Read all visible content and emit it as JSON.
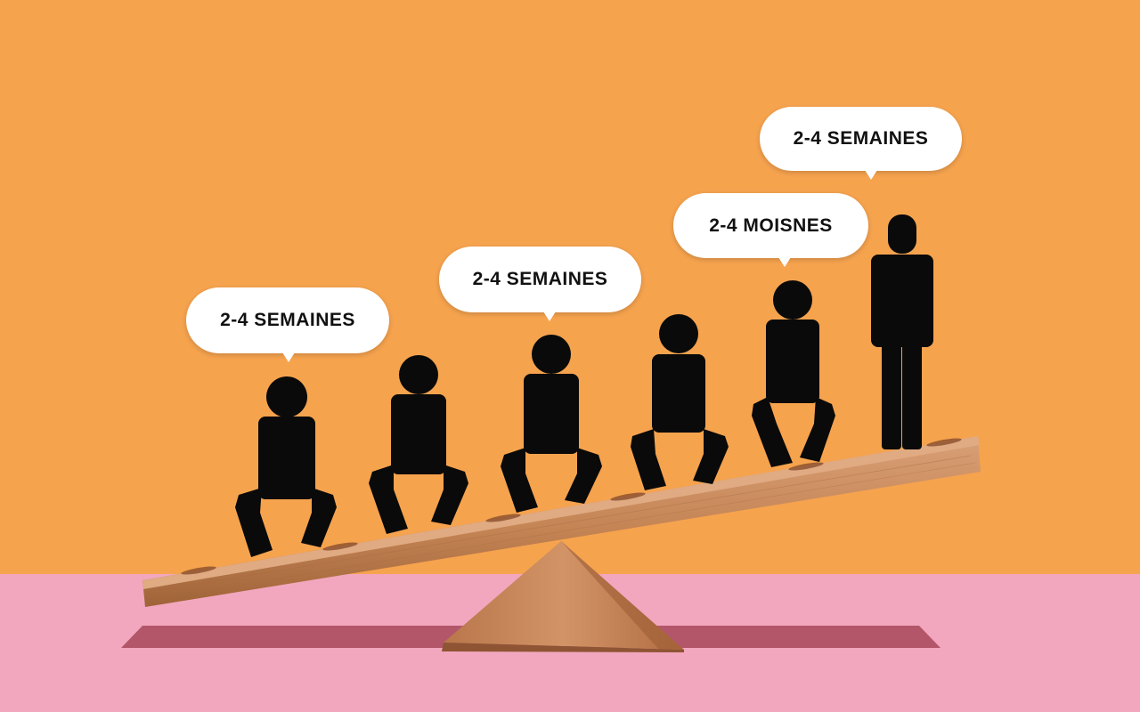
{
  "scene": {
    "background_top": "#F6A34E",
    "background_floor": "#F2A7BF",
    "shadow": "#A8485A",
    "plank": "#C98A5E",
    "plank_dark": "#8E5433",
    "fulcrum": "#C58459",
    "figure": "#0A0A0A"
  },
  "bubbles": [
    {
      "text": "2-4 SEMAINES"
    },
    {
      "text": "2-4 SEMAINES"
    },
    {
      "text": "2-4 MOISNES"
    },
    {
      "text": "2-4 SEMAINES"
    }
  ],
  "figures": [
    {
      "pose": "squatting"
    },
    {
      "pose": "squatting"
    },
    {
      "pose": "squatting"
    },
    {
      "pose": "squatting"
    },
    {
      "pose": "squatting"
    },
    {
      "pose": "standing"
    }
  ]
}
